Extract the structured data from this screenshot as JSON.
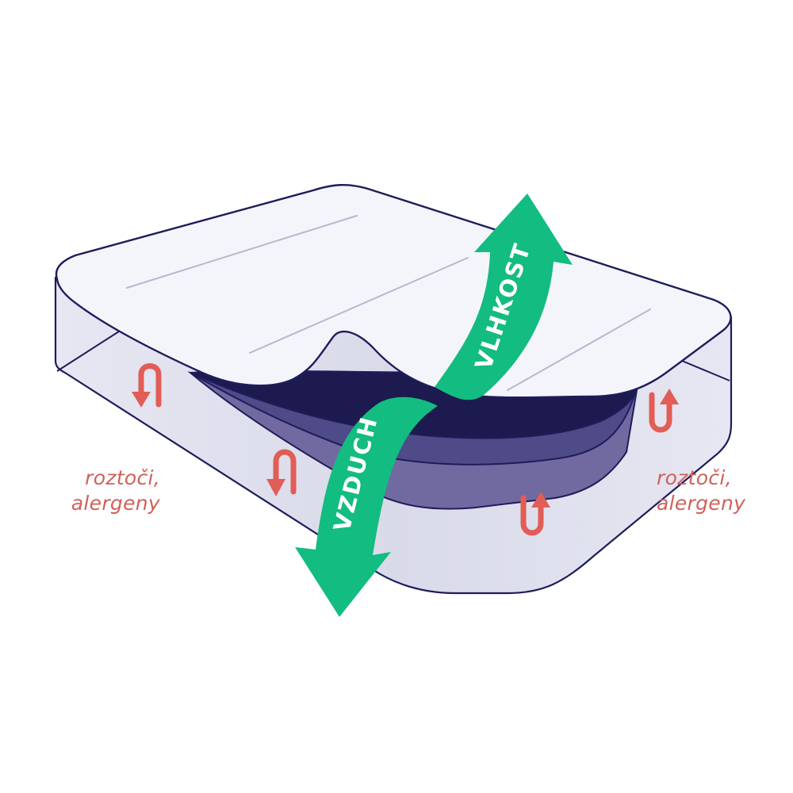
{
  "labels": {
    "left": {
      "line1": "roztoči,",
      "line2": "alergeny"
    },
    "right": {
      "line1": "roztoči,",
      "line2": "alergeny"
    },
    "moisture": "VLHKOST",
    "air": "VZDUCH"
  },
  "colors": {
    "outline": "#1f1c5c",
    "top_sheet": "#f4f5fa",
    "side_band": "#dfe0ee",
    "dark_layer": "#1c1a4f",
    "mid_layer": "#4f4a88",
    "light_layer": "#706aa0",
    "green_arrow": "#13bc80",
    "red_arrow": "#e15d55",
    "label_text": "#d0615a"
  },
  "icons": [
    "u-turn-down-arrow-icon",
    "u-turn-up-arrow-icon",
    "curved-up-arrow-icon",
    "curved-down-arrow-icon"
  ]
}
